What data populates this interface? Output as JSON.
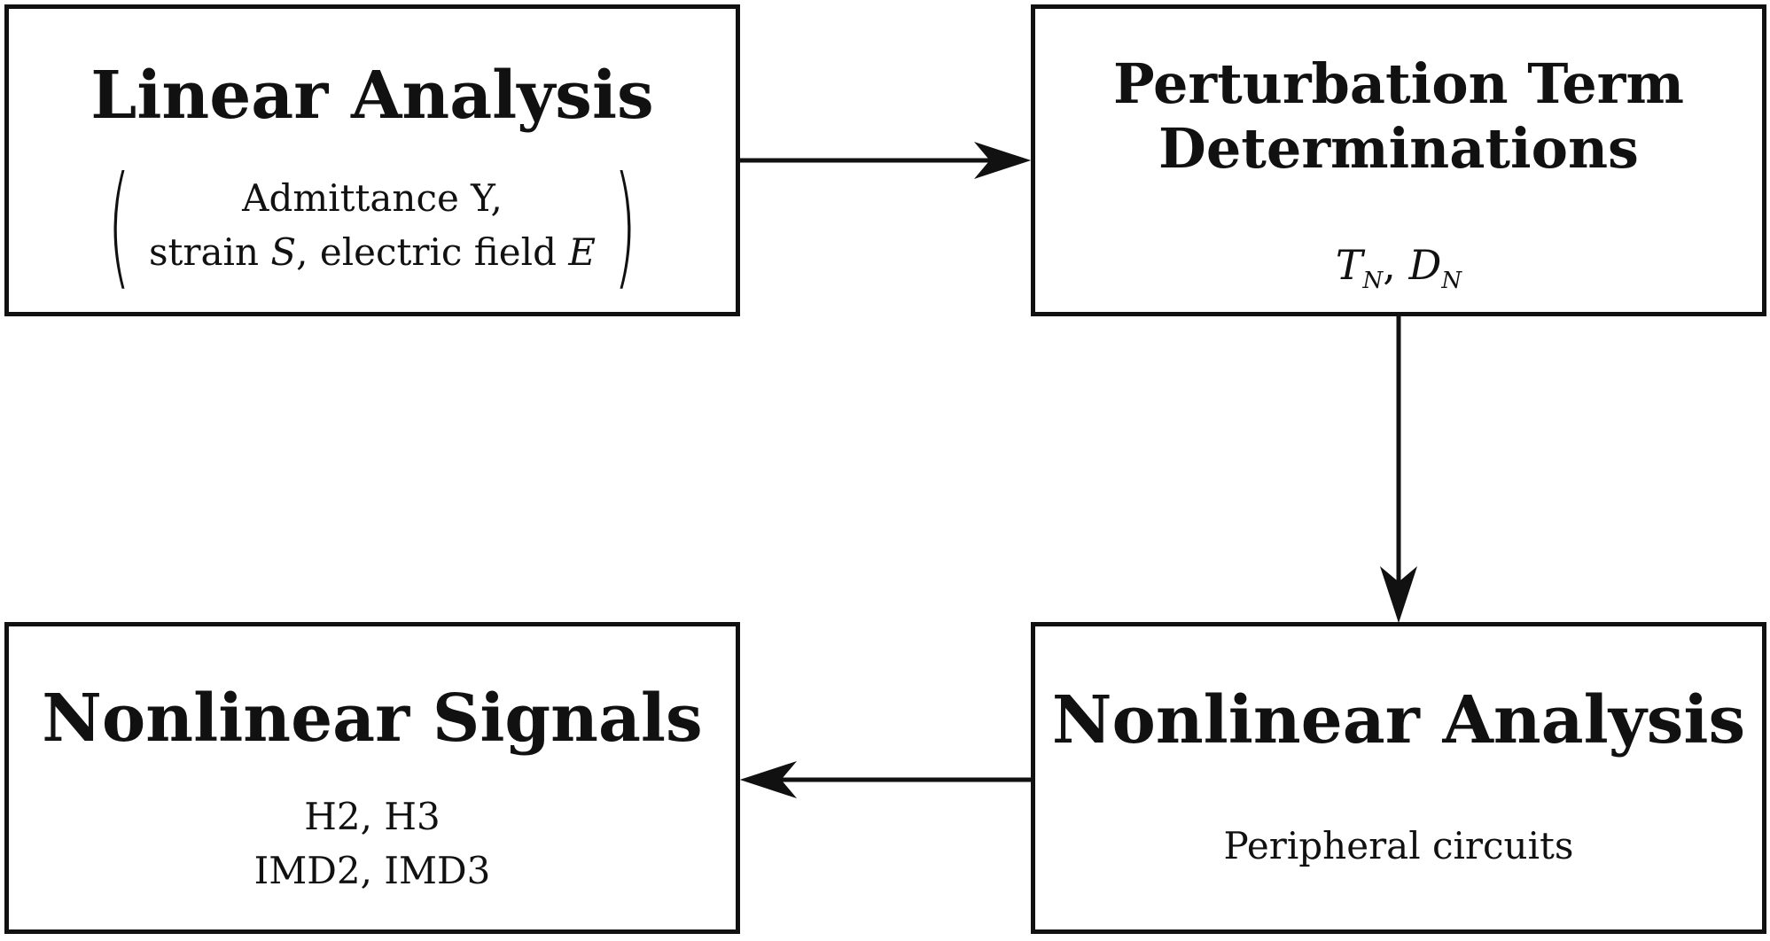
{
  "linear_analysis": {
    "title": "Linear Analysis",
    "lines": [
      "Admittance Y,",
      "strain S, electric field E"
    ],
    "line1": "Admittance Y,",
    "line2_prefix": "strain ",
    "line2_strain_symbol": "S",
    "line2_mid": ", electric field ",
    "line2_field_symbol": "E"
  },
  "perturbation": {
    "title_line1": "Perturbation Term",
    "title_line2": "Determinations",
    "var1": "T",
    "var1_sub": "N",
    "separator": ", ",
    "var2": "D",
    "var2_sub": "N"
  },
  "nonlinear_analysis": {
    "title": "Nonlinear Analysis",
    "detail": "Peripheral circuits"
  },
  "nonlinear_signals": {
    "title": "Nonlinear Signals",
    "line1": "H2, H3",
    "line2": "IMD2, IMD3"
  },
  "colors": {
    "stroke": "#111111",
    "background": "#ffffff"
  }
}
